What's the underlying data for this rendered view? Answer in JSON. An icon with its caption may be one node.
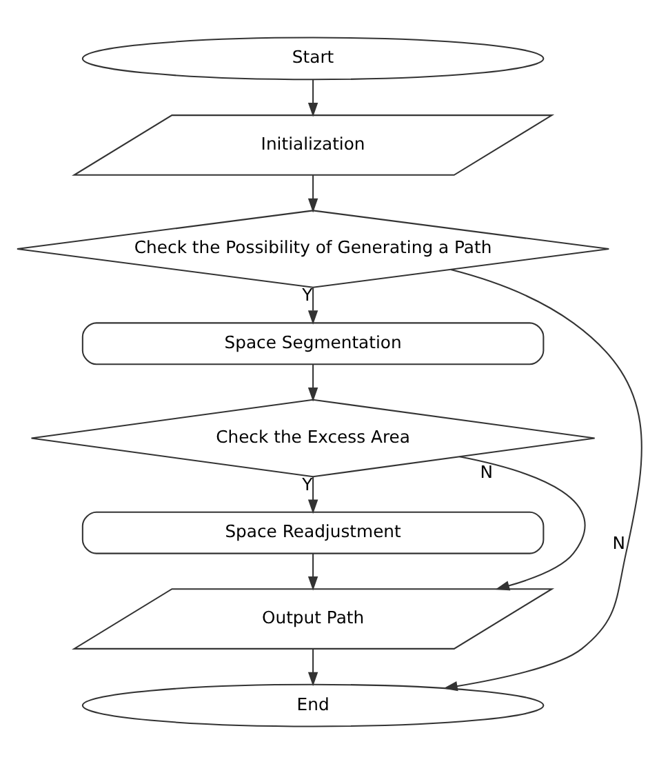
{
  "diagram": {
    "nodes": [
      {
        "text": [
          "Start"
        ]
      },
      {
        "text": [
          "Initialization"
        ]
      },
      {
        "text": [
          "Check the Possibility of Generating a Path"
        ]
      },
      {
        "text": [
          "Space Segmentation"
        ]
      },
      {
        "text": [
          "Check the Excess Area"
        ]
      },
      {
        "text": [
          "Space Readjustment"
        ]
      },
      {
        "text": [
          "Output Path"
        ]
      },
      {
        "text": [
          "End"
        ]
      }
    ],
    "edges": [
      {
        "from": 0,
        "to": 1,
        "arrow": "to"
      },
      {
        "from": 1,
        "to": 2,
        "arrow": "to"
      },
      {
        "from": 2,
        "to": 3,
        "arrow": "to",
        "label": "Y"
      },
      {
        "from": 3,
        "to": 4,
        "arrow": "to"
      },
      {
        "from": 4,
        "to": 5,
        "arrow": "to",
        "label": "Y"
      },
      {
        "from": 5,
        "to": 6,
        "arrow": "to"
      },
      {
        "from": 6,
        "to": 7,
        "arrow": "to"
      },
      {
        "from": 2,
        "to": 7,
        "arrow": "to",
        "label": "N"
      },
      {
        "from": 4,
        "to": 6,
        "arrow": "to",
        "label": "N"
      }
    ]
  }
}
